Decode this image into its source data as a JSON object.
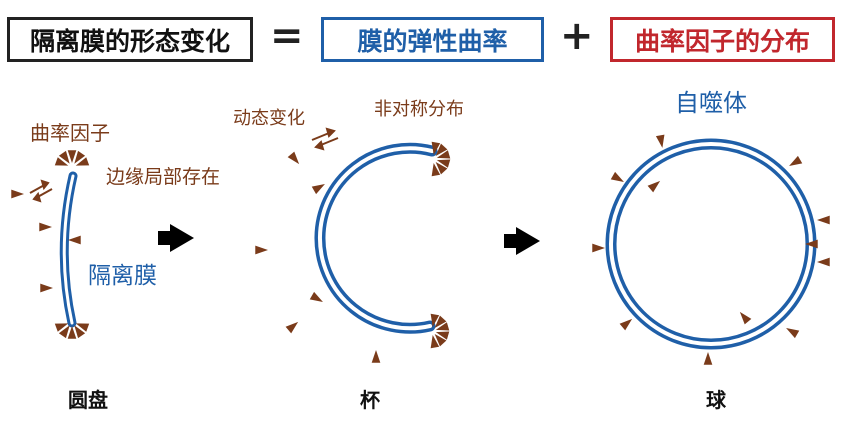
{
  "header": {
    "title": "隔离膜的形态变化",
    "equals": "=",
    "membrane_elasticity": "膜的弹性曲率",
    "plus": "+",
    "factor_distribution": "曲率因子的分布"
  },
  "labels": {
    "curvature_factor": "曲率因子",
    "local_edge": "边缘局部存在",
    "isolation_membrane": "隔离膜",
    "dynamic_change": "动态变化",
    "asymmetric": "非对称分布",
    "autophagosome": "自噬体"
  },
  "stages": [
    "圆盘",
    "杯",
    "球"
  ],
  "colors": {
    "membrane": "#1f5fa8",
    "factor": "#7a3b1a",
    "factor_label": "#7a3b1a",
    "title_border": "#222222",
    "red": "#c1272d"
  }
}
